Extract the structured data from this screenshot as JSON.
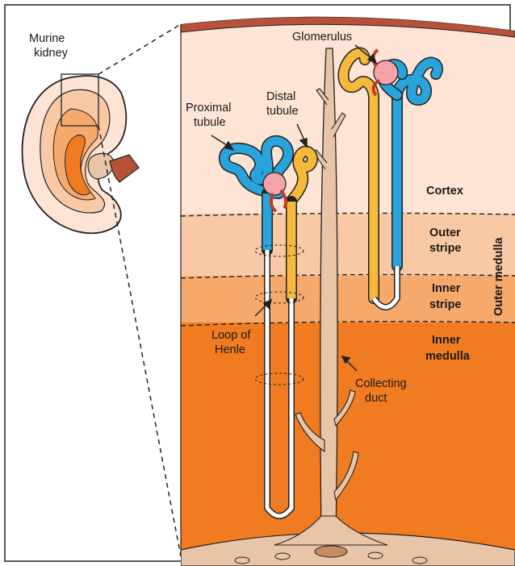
{
  "title": {
    "line1": "Murine",
    "line2": "kidney"
  },
  "labels": {
    "glomerulus": "Glomerulus",
    "proximal_l1": "Proximal",
    "proximal_l2": "tubule",
    "distal_l1": "Distal",
    "distal_l2": "tubule",
    "loop_l1": "Loop of",
    "loop_l2": "Henle",
    "collecting_l1": "Collecting",
    "collecting_l2": "duct"
  },
  "zones": {
    "cortex": "Cortex",
    "outer_stripe_l1": "Outer",
    "outer_stripe_l2": "stripe",
    "inner_stripe_l1": "Inner",
    "inner_stripe_l2": "stripe",
    "inner_medulla_l1": "Inner",
    "inner_medulla_l2": "medulla",
    "outer_medulla": "Outer medulla"
  },
  "colors": {
    "cortex": "#fde4d4",
    "outer_stripe": "#f9c9a6",
    "inner_stripe": "#f6a96b",
    "inner_medulla": "#f07b21",
    "capsule": "#b7513a",
    "proximal": "#29a3dc",
    "distal": "#f6b93b",
    "glomerulus": "#f4a3a8",
    "afferent": "#c0392b",
    "collecting_duct": "#e9c5a8"
  }
}
